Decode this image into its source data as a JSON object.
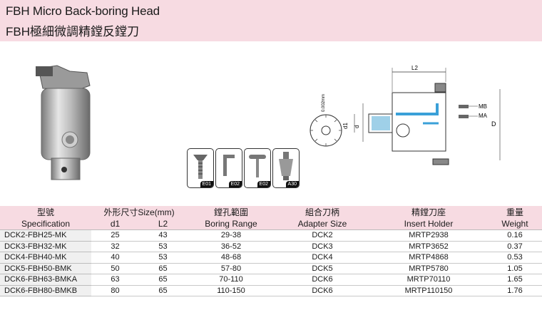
{
  "title": {
    "en": "FBH Micro Back-boring Head",
    "zh": "FBH極細微調精鏜反鏜刀"
  },
  "icons": [
    {
      "name": "screw-icon",
      "label": "E01"
    },
    {
      "name": "key-icon",
      "label": "E02"
    },
    {
      "name": "t-wrench-icon",
      "label": "E02"
    },
    {
      "name": "adapter-icon",
      "label": "A30"
    }
  ],
  "drawing": {
    "l2": "L2",
    "d1": "d1",
    "d": "d",
    "D": "D",
    "mb": "MB",
    "ma": "MA",
    "dial": "0.002mm"
  },
  "table": {
    "headers": [
      {
        "zh": "型號",
        "en": "Specification"
      },
      {
        "zh": "外形尺寸Size(mm)",
        "en_a": "d1",
        "en_b": "L2"
      },
      {
        "zh": "鏜孔範圍",
        "en": "Boring Range"
      },
      {
        "zh": "組合刀柄",
        "en": "Adapter Size"
      },
      {
        "zh": "精鏜刀座",
        "en": "Insert Holder"
      },
      {
        "zh": "重量",
        "en": "Weight"
      }
    ],
    "rows": [
      [
        "DCK2-FBH25-MK",
        "25",
        "43",
        "29-38",
        "DCK2",
        "MRTP2938",
        "0.16"
      ],
      [
        "DCK3-FBH32-MK",
        "32",
        "53",
        "36-52",
        "DCK3",
        "MRTP3652",
        "0.37"
      ],
      [
        "DCK4-FBH40-MK",
        "40",
        "53",
        "48-68",
        "DCK4",
        "MRTP4868",
        "0.53"
      ],
      [
        "DCK5-FBH50-BMK",
        "50",
        "65",
        "57-80",
        "DCK5",
        "MRTP5780",
        "1.05"
      ],
      [
        "DCK6-FBH63-BMKA",
        "63",
        "65",
        "70-110",
        "DCK6",
        "MRTP70110",
        "1.65"
      ],
      [
        "DCK6-FBH80-BMKB",
        "80",
        "65",
        "110-150",
        "DCK6",
        "MRTP110150",
        "1.76"
      ]
    ]
  }
}
